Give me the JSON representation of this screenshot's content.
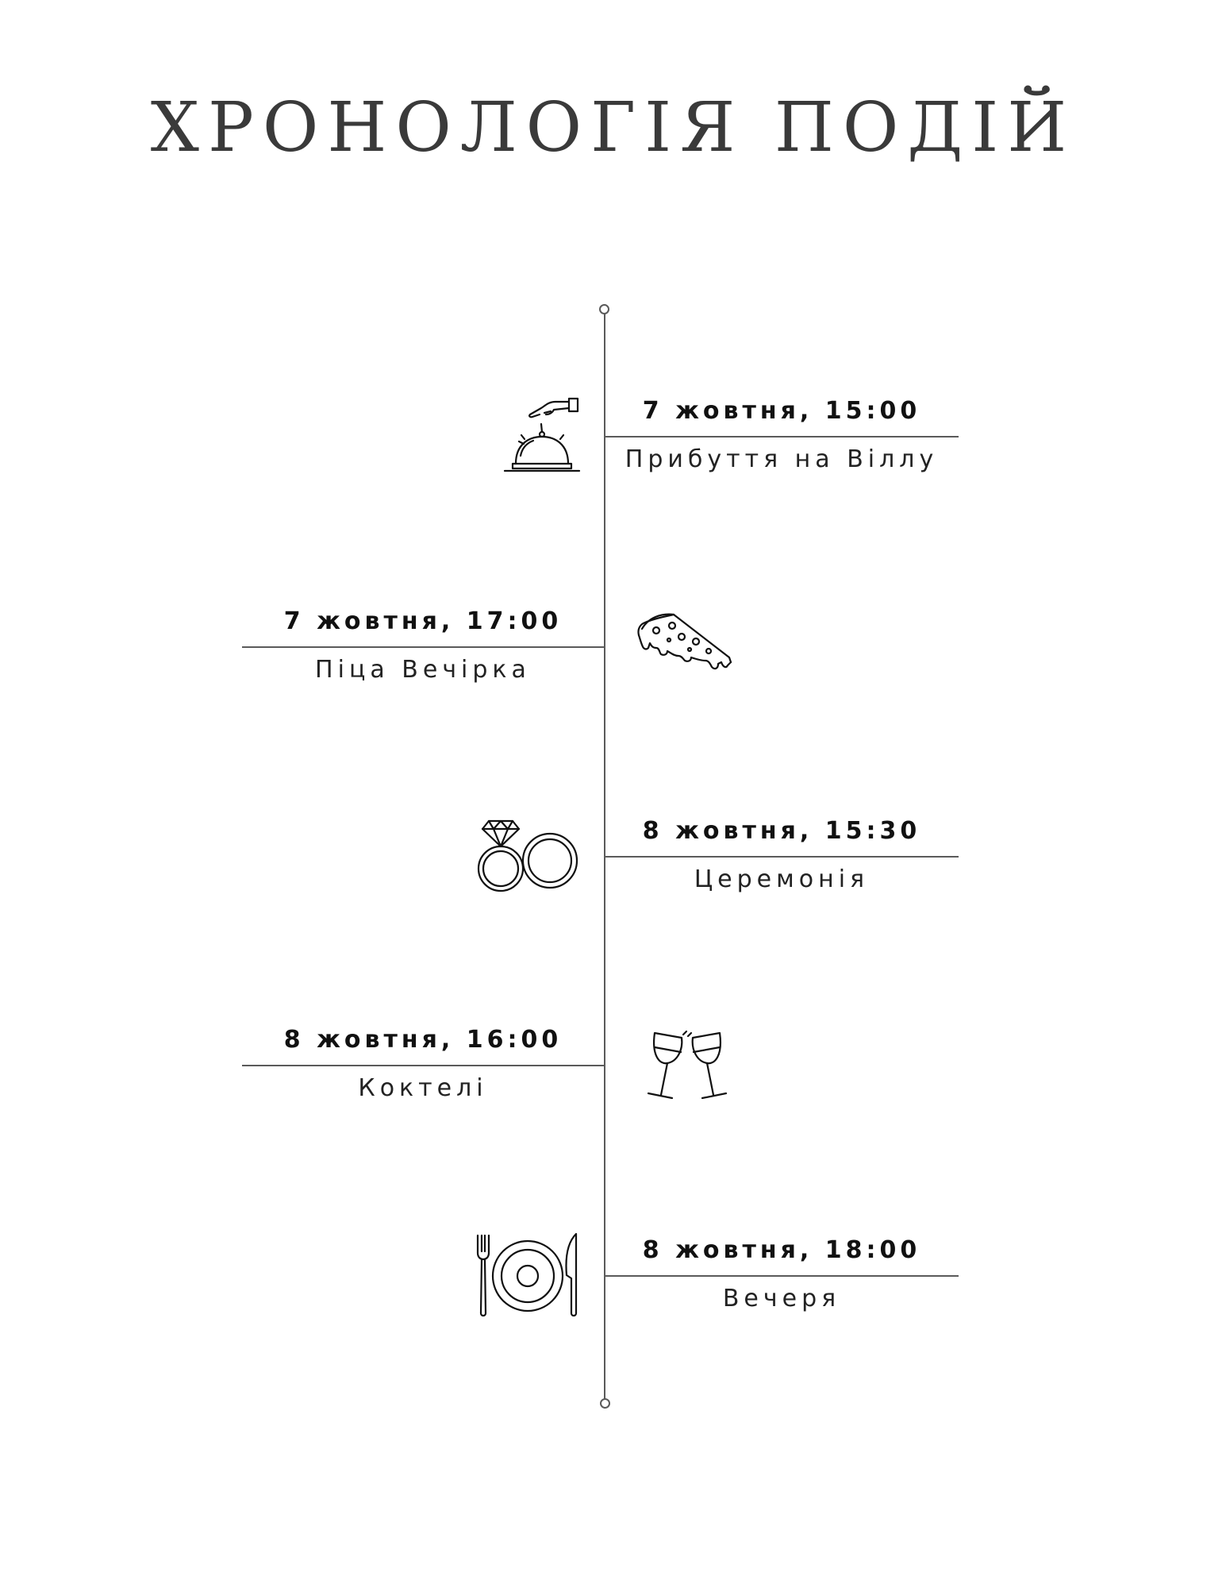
{
  "title": "ХРОНОЛОГІЯ ПОДІЙ",
  "colors": {
    "line": "#5a5a5a",
    "text": "#111111",
    "title": "#3a3a3a"
  },
  "events": [
    {
      "date": "7 жовтня, 15:00",
      "label": "Прибуття на Віллу",
      "icon": "service-bell-icon"
    },
    {
      "date": "7 жовтня, 17:00",
      "label": "Піца Вечірка",
      "icon": "pizza-slice-icon"
    },
    {
      "date": "8 жовтня, 15:30",
      "label": "Церемонія",
      "icon": "wedding-rings-icon"
    },
    {
      "date": "8 жовтня, 16:00",
      "label": "Коктелі",
      "icon": "wine-glasses-toast-icon"
    },
    {
      "date": "8 жовтня, 18:00",
      "label": "Вечеря",
      "icon": "plate-fork-knife-icon"
    }
  ]
}
